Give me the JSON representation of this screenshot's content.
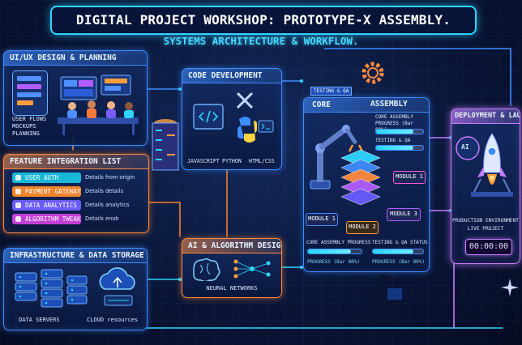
{
  "header": {
    "title": "DIGITAL PROJECT WORKSHOP: PROTOTYPE-X ASSEMBLY.",
    "subtitle": "SYSTEMS ARCHITECTURE & WORKFLOW."
  },
  "uiux": {
    "title": "UI/UX DESIGN & PLANNING",
    "items": [
      "USER FLOWS",
      "MOCKUPS",
      "PLANNING"
    ]
  },
  "features": {
    "title": "FEATURE INTEGRATION LIST",
    "items": [
      {
        "label": "USER AUTH",
        "desc": "Details from origin",
        "color": "#19b7d8"
      },
      {
        "label": "PAYMENT GATEWAY",
        "desc": "Details details",
        "color": "#f0832a"
      },
      {
        "label": "DATA ANALYTICS",
        "desc": "Details analytics",
        "color": "#6a5cff"
      },
      {
        "label": "ALGORITHM TWEAKING",
        "desc": "Details enob",
        "color": "#c23fd6"
      }
    ]
  },
  "infra": {
    "title": "INFRASTRUCTURE & DATA STORAGE",
    "servers_label": "DATA SERVERS",
    "cloud_label": "CLOUD resources"
  },
  "code": {
    "title": "CODE DEVELOPMENT",
    "languages": [
      "JAVASCRIPT",
      "PYTHON",
      "HTML/CSS"
    ]
  },
  "ai": {
    "title": "AI & ALGORITHM DESIGN",
    "label": "NEURAL NETWORKS"
  },
  "core": {
    "title": "CORE",
    "title2": "ASSEMBLY",
    "tag": "TESTING & QA",
    "progress_title": "CORE ASSEMBLY PROGRESS (Bar 80%)",
    "testing_status": "TESTING & QA STATUS",
    "modules": [
      "MODULE 1",
      "MODULE 1",
      "MODULE 2",
      "MODULE 3"
    ],
    "bottom_progress_label": "CORE ASSEMBLY PROGRESS",
    "bottom_testing_label": "TESTING & QA STATUS",
    "progress_caption": "PROGRESS (Bar 80%)",
    "progress_caption2": "PROGRESS (Bar 80%)",
    "progress_value": 0.8
  },
  "deploy": {
    "title": "DEPLOYMENT & LAUNCH",
    "env_line1": "PRODUCTION ENVIRONMENT",
    "env_line2": "LIVE PROJECT",
    "timer": "00:00:00",
    "ai_badge": "AI"
  },
  "icons": [
    "gear-icon",
    "wrench-icon",
    "code-icon",
    "python-icon",
    "brain-icon",
    "cloud-icon",
    "rocket-icon",
    "server-icon"
  ],
  "colors": {
    "accent": "#3f8cff",
    "cyan": "#2fd5ff",
    "purple": "#c77dff",
    "orange": "#f0832a"
  }
}
